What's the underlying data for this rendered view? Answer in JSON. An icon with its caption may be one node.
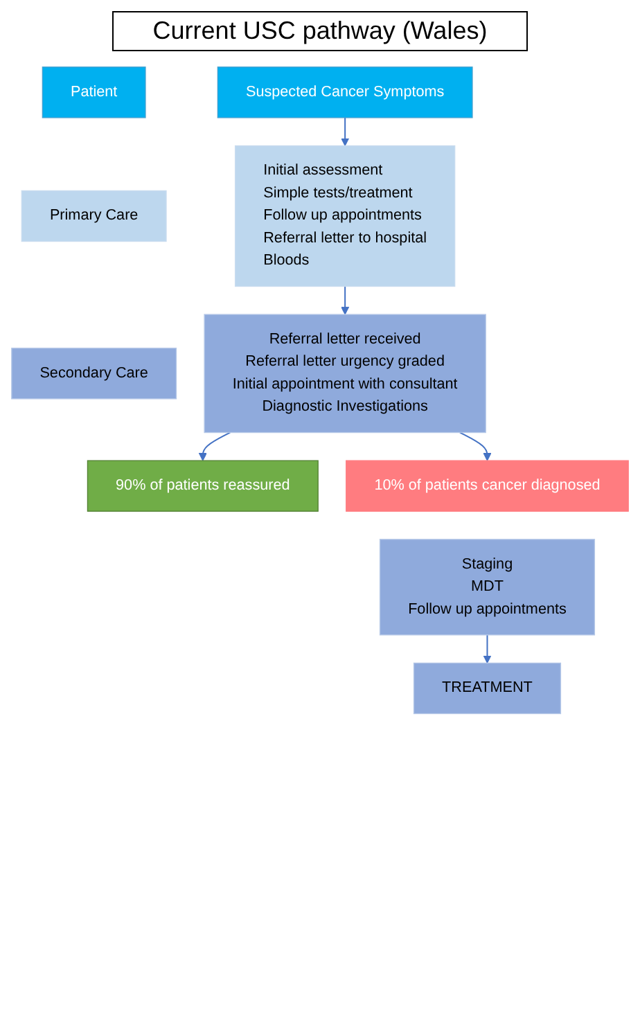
{
  "diagram": {
    "title": "Current USC pathway (Wales)",
    "nodes": [
      {
        "text": [
          "Patient"
        ]
      },
      {
        "text": [
          "Suspected Cancer Symptoms"
        ]
      },
      {
        "text": [
          "Primary Care"
        ]
      },
      {
        "text": [
          "Initial assessment",
          "Simple tests/treatment",
          "Follow up appointments",
          "Referral letter to hospital",
          "Bloods"
        ]
      },
      {
        "text": [
          "Secondary Care"
        ]
      },
      {
        "text": [
          "Referral letter received",
          "Referral letter urgency graded",
          "Initial appointment with consultant",
          "Diagnostic Investigations"
        ]
      },
      {
        "text": [
          "90% of patients reassured"
        ]
      },
      {
        "text": [
          "10% of patients cancer diagnosed"
        ]
      },
      {
        "text": [
          "Staging",
          "MDT",
          "Follow up appointments"
        ]
      },
      {
        "text": [
          "TREATMENT"
        ]
      }
    ],
    "edges": [
      {
        "from": 1,
        "to": 3,
        "arrow": "to"
      },
      {
        "from": 3,
        "to": 5,
        "arrow": "to"
      },
      {
        "from": 5,
        "to": 6,
        "arrow": "to"
      },
      {
        "from": 5,
        "to": 7,
        "arrow": "to"
      },
      {
        "from": 8,
        "to": 9,
        "arrow": "to"
      }
    ]
  }
}
